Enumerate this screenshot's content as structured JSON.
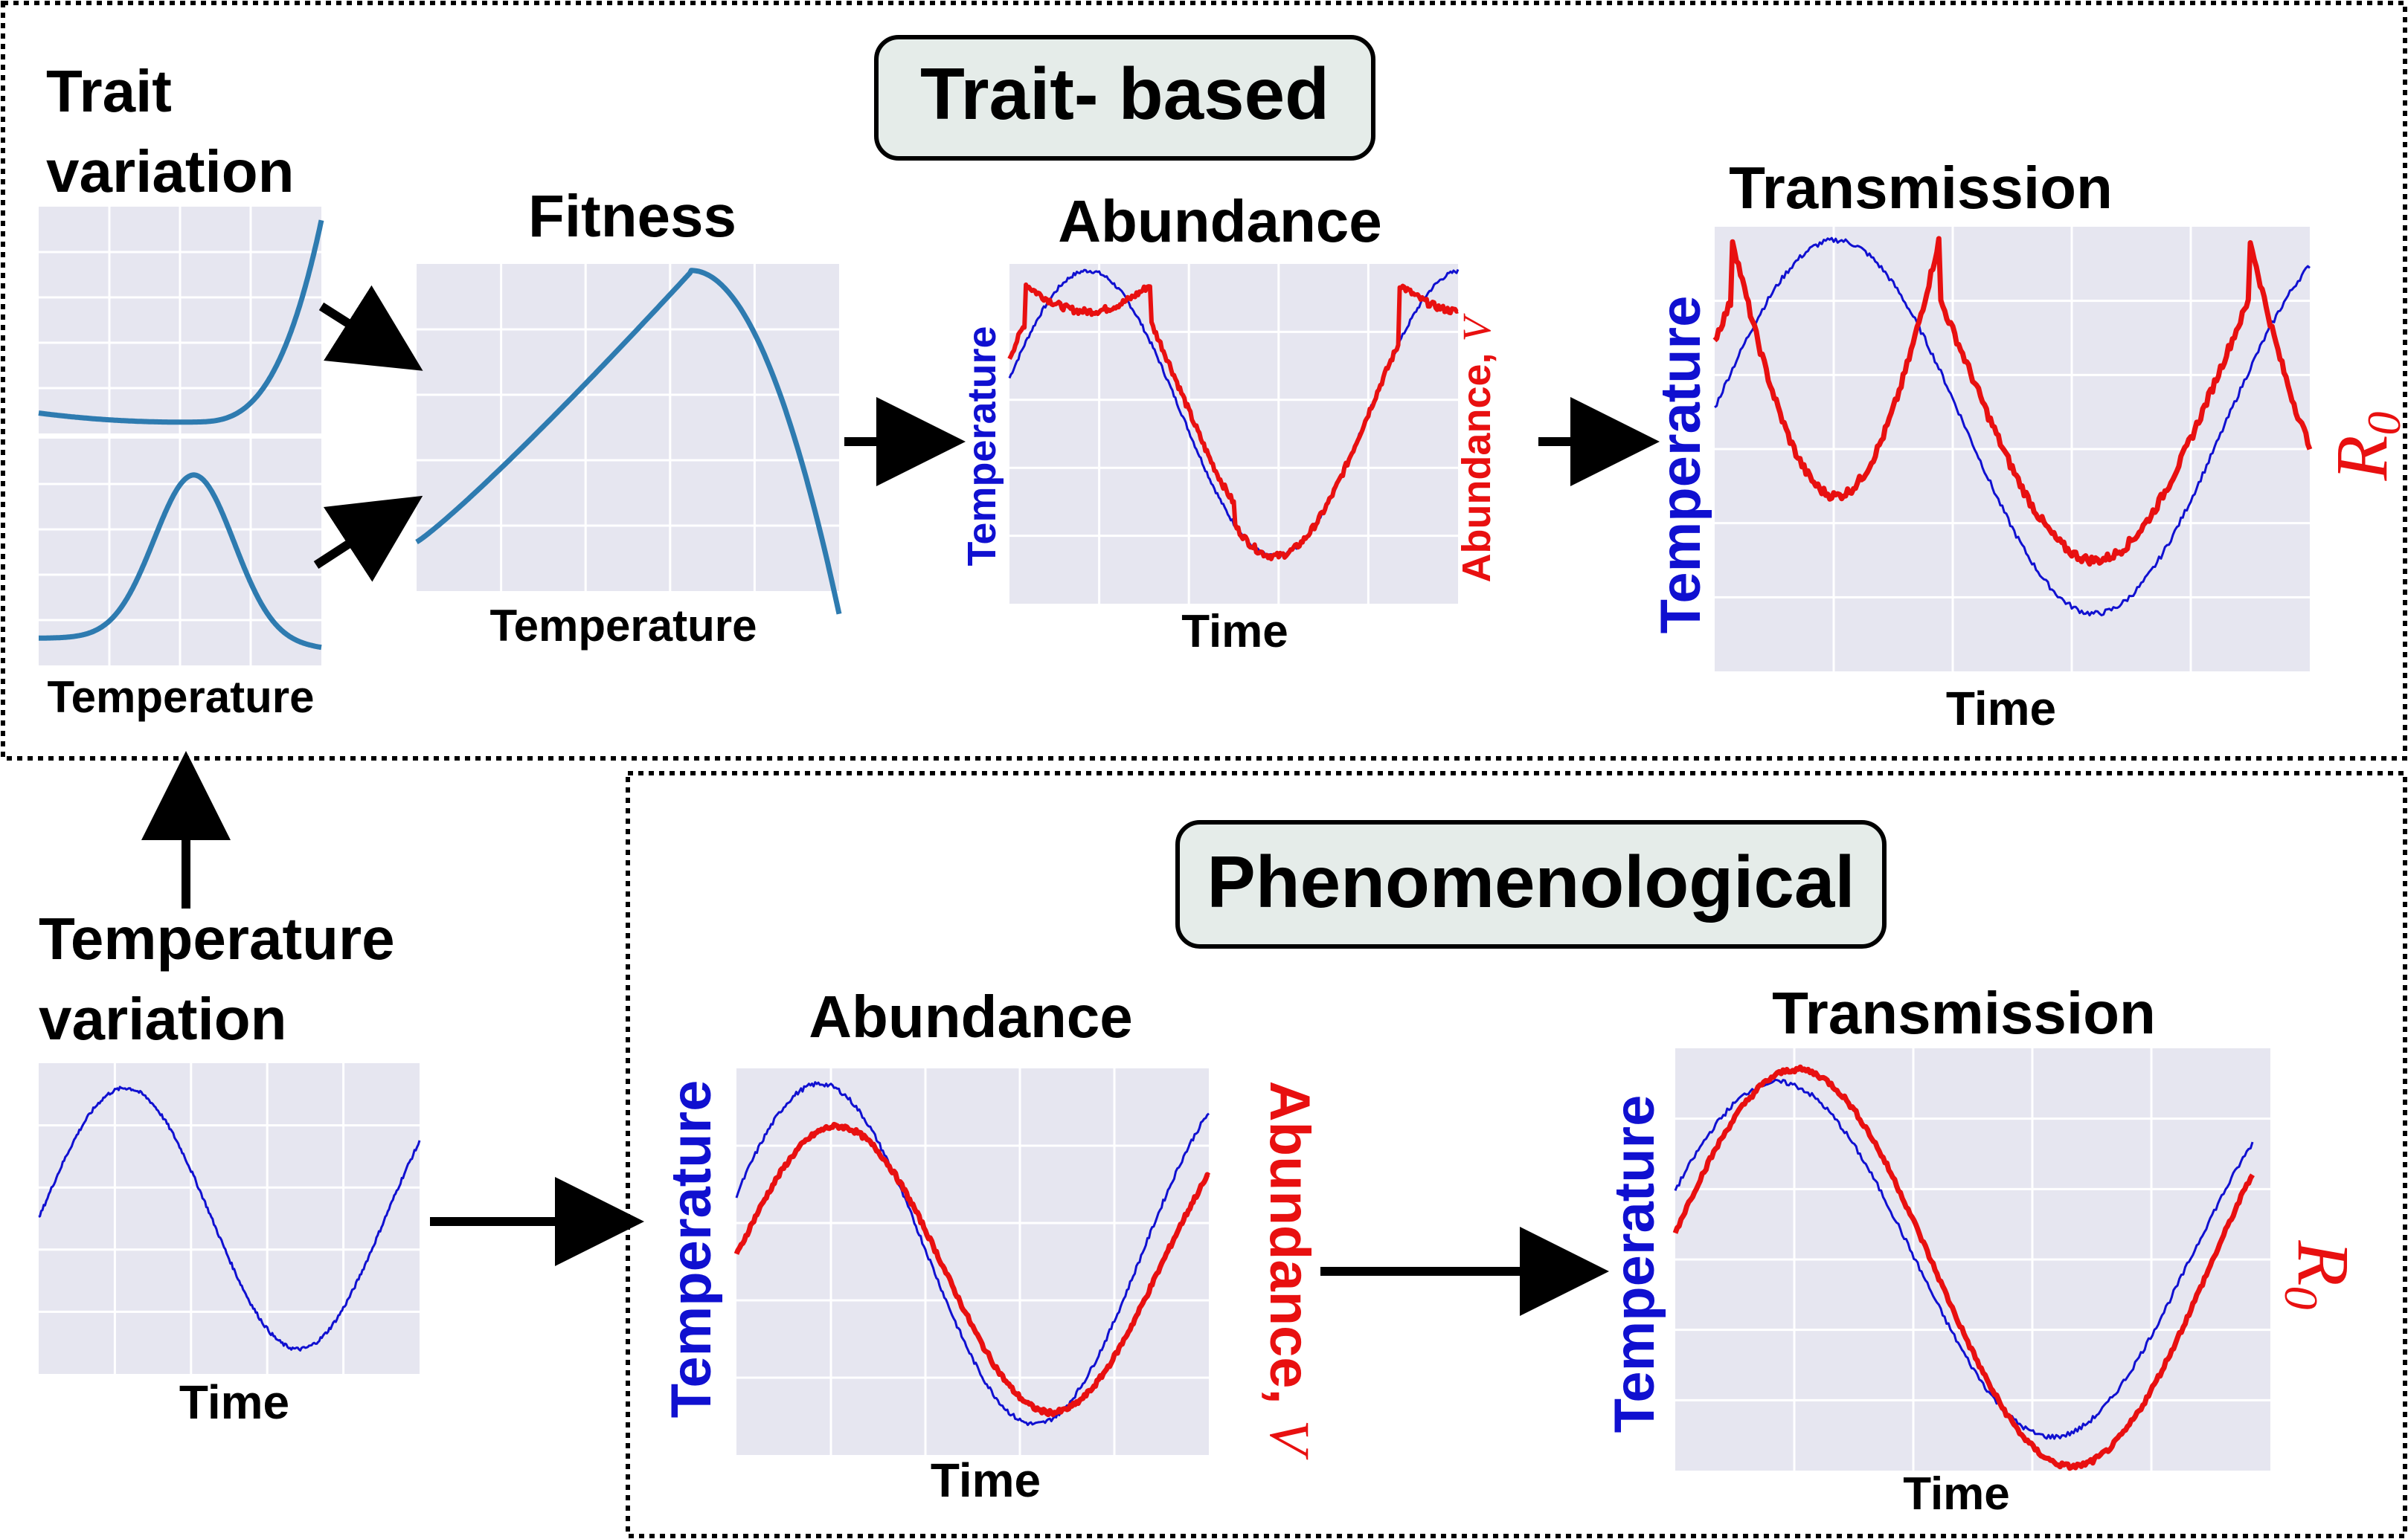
{
  "colors": {
    "panel_bg": "#e6e6f0",
    "grid": "#ffffff",
    "trait_curve": "#2e7bb0",
    "temperature": "#1010d0",
    "abundance": "#e81010",
    "badge_bg": "#e5ece9",
    "arrow": "#000000"
  },
  "badges": {
    "trait_based": "Trait- based",
    "phenomenological": "Phenomenological"
  },
  "labels": {
    "trait_variation_line1": "Trait",
    "trait_variation_line2": "variation",
    "trait_xlabel": "Temperature",
    "fitness_title": "Fitness",
    "fitness_xlabel": "Temperature",
    "tb_abundance_title": "Abundance",
    "tb_abundance_xlabel": "Time",
    "tb_abundance_left_ylabel": "Temperature",
    "tb_abundance_right_ylabel": "Abundance, ",
    "tb_abundance_right_symbol": "V",
    "tb_transmission_title": "Transmission",
    "tb_transmission_xlabel": "Time",
    "tb_transmission_left_ylabel": "Temperature",
    "tb_transmission_right_symbol": "R",
    "tb_transmission_right_sub": "0",
    "temp_variation_line1": "Temperature",
    "temp_variation_line2": "variation",
    "temp_variation_xlabel": "Time",
    "ph_abundance_title": "Abundance",
    "ph_abundance_xlabel": "Time",
    "ph_abundance_left_ylabel": "Temperature",
    "ph_abundance_right_ylabel": "Abundance, ",
    "ph_abundance_right_symbol": "V",
    "ph_transmission_title": "Transmission",
    "ph_transmission_xlabel": "Time",
    "ph_transmission_left_ylabel": "Temperature",
    "ph_transmission_right_symbol": "R",
    "ph_transmission_right_sub": "0"
  },
  "icons": [
    "arrow-right-icon",
    "arrow-up-icon",
    "arrow-down-right-icon",
    "arrow-up-right-icon"
  ]
}
